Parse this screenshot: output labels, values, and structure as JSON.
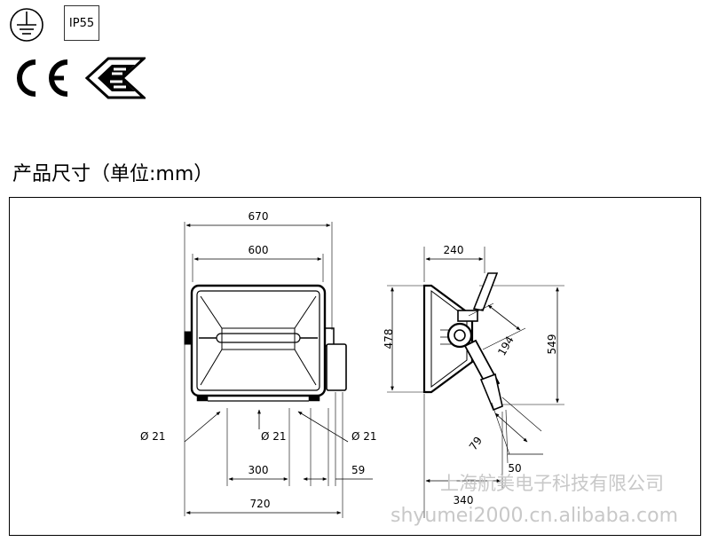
{
  "certifications": {
    "ground_icon": "earth-ground-icon",
    "ip_rating": "IP55",
    "ce_icon": "ce-mark-icon",
    "enec_icon": "enec-mark-icon"
  },
  "section": {
    "title": "产品尺寸（单位:mm）"
  },
  "dimensions": {
    "front_overall_width": "670",
    "front_inner_width": "600",
    "hole_left": "Ø 21",
    "hole_center": "Ø 21",
    "hole_right": "Ø 21",
    "hole_spacing": "300",
    "offset_right": "59",
    "base_width": "720",
    "side_depth": "240",
    "side_height": "478",
    "side_total_height": "549",
    "bracket_length": "194",
    "bracket_offset": "79",
    "bracket_end": "50",
    "side_base": "340"
  },
  "watermark": {
    "company": "上海航美电子科技有限公司",
    "site": "shyumei2000.cn.alibaba.com"
  }
}
